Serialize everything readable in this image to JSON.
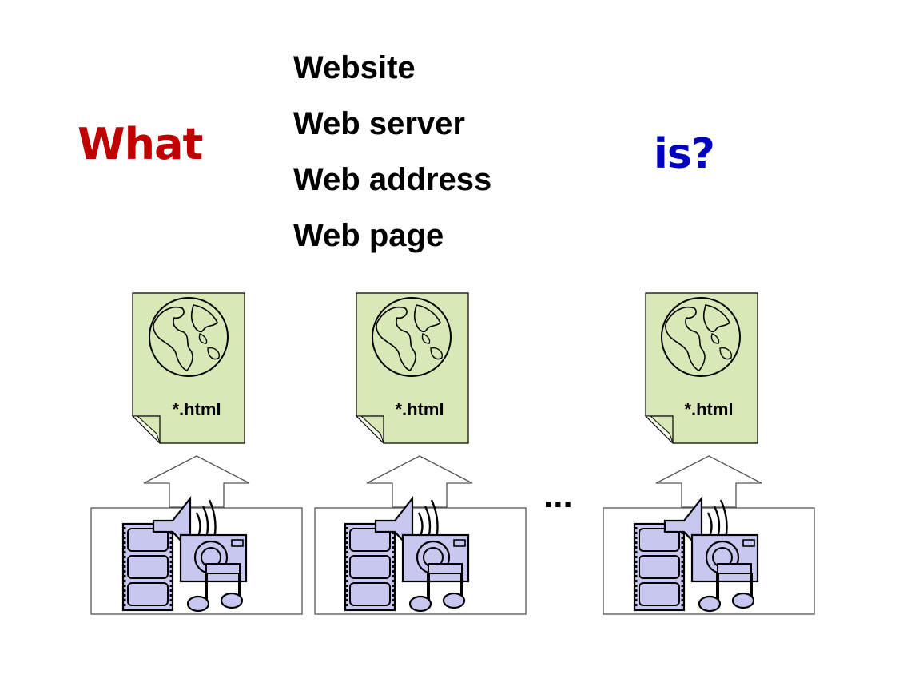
{
  "title": {
    "prefix": "What",
    "suffix": "is?",
    "prefix_color": "#c00000",
    "suffix_color": "#0000c0"
  },
  "terms": [
    "Website",
    "Web server",
    "Web address",
    "Web page"
  ],
  "pages": [
    {
      "label": "*.html"
    },
    {
      "label": "*.html"
    },
    {
      "label": "*.html"
    }
  ],
  "continuation": "...",
  "colors": {
    "page_fill": "#d9e8b7",
    "media_fill": "#c7c7f0",
    "outline": "#000000"
  },
  "icons": {
    "page": "web-page-document-icon",
    "globe": "globe-icon",
    "arrow": "up-arrow-icon",
    "film": "film-strip-icon",
    "speaker": "speaker-icon",
    "camera": "camera-icon",
    "music": "music-note-icon"
  }
}
